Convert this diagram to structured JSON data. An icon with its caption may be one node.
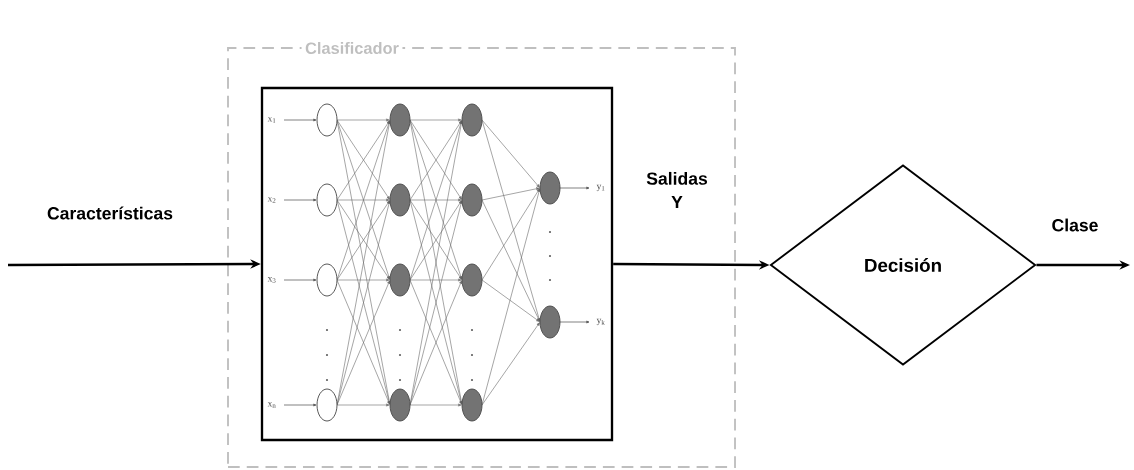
{
  "diagram": {
    "nodes": [
      {
        "text": [
          "Clasificador"
        ]
      },
      {
        "text": [],
        "shape": "picture",
        "in": 0
      },
      {
        "text": [
          "Decisión"
        ]
      }
    ],
    "edges": [
      {
        "from": null,
        "to": 1,
        "arrow": "to",
        "label": "Características"
      },
      {
        "from": 1,
        "to": 2,
        "arrow": "to",
        "label": "Salidas Y"
      },
      {
        "from": 2,
        "to": null,
        "arrow": "to",
        "label": "Clase"
      }
    ],
    "labels": [
      "x$_{1}$",
      "x$_{2}$",
      "x$_{3}$",
      "x$_{n}$",
      "y$_{1}$",
      "y$_{k}$"
    ]
  }
}
